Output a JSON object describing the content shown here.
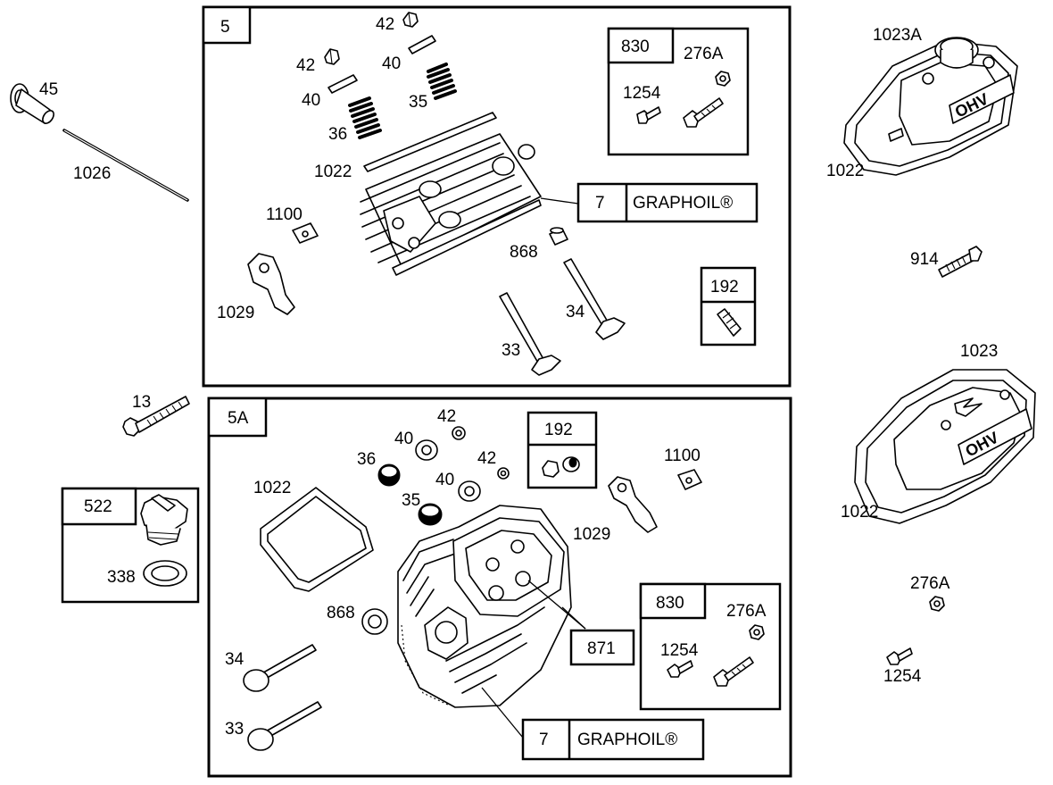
{
  "diagram": {
    "panel_top": {
      "id": "5",
      "kit_830": {
        "id": "830",
        "parts": [
          "276A",
          "1254"
        ]
      },
      "graphoil": {
        "id": "7",
        "label": "GRAPHOIL®"
      },
      "kit_192": {
        "id": "192"
      },
      "callouts": {
        "c42a": "42",
        "c42b": "42",
        "c40a": "40",
        "c40b": "40",
        "c35": "35",
        "c36": "36",
        "c1022": "1022",
        "c1100": "1100",
        "c868": "868",
        "c1029": "1029",
        "c34": "34",
        "c33": "33"
      }
    },
    "panel_bottom": {
      "id": "5A",
      "kit_192": {
        "id": "192"
      },
      "kit_830": {
        "id": "830",
        "parts": [
          "276A",
          "1254"
        ]
      },
      "kit_871": {
        "id": "871"
      },
      "graphoil": {
        "id": "7",
        "label": "GRAPHOIL®"
      },
      "callouts": {
        "c42a": "42",
        "c42b": "42",
        "c40a": "40",
        "c40b": "40",
        "c36": "36",
        "c35": "35",
        "c1022": "1022",
        "c1100": "1100",
        "c1029": "1029",
        "c868": "868",
        "c34": "34",
        "c33": "33"
      }
    },
    "kit_522": {
      "id": "522",
      "parts": [
        "338"
      ]
    },
    "left_callouts": {
      "c45": "45",
      "c1026": "1026",
      "c13": "13"
    },
    "right_callouts": {
      "c1023A": "1023A",
      "c1022a": "1022",
      "c914": "914",
      "c1023": "1023",
      "c1022b": "1022",
      "c276A": "276A",
      "c1254": "1254"
    },
    "cover_text": "OHV"
  }
}
